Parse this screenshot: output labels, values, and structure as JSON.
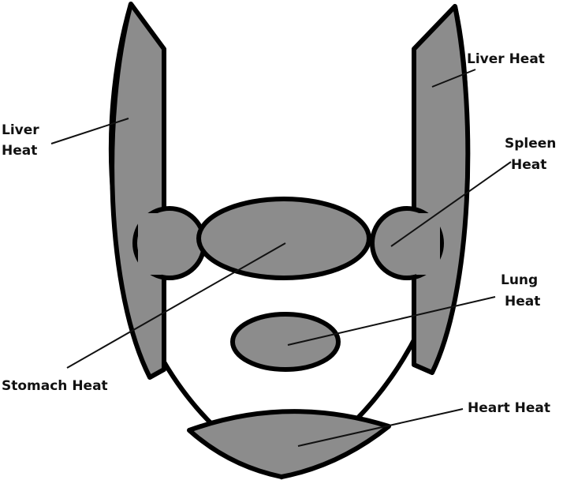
{
  "colors": {
    "region_fill": "#8c8c8c",
    "outline": "#000000",
    "background": "#ffffff"
  },
  "labels": {
    "liver_left": [
      "Liver",
      "Heat"
    ],
    "liver_right": "Liver Heat",
    "spleen": [
      "Spleen",
      "Heat"
    ],
    "lung": [
      "Lung",
      "Heat"
    ],
    "stomach": "Stomach Heat",
    "heart": "Heart Heat"
  }
}
